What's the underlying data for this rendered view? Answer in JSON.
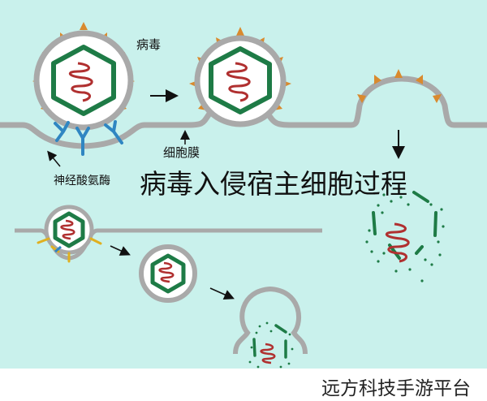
{
  "labels": {
    "virus": "病毒",
    "membrane": "细胞膜",
    "neuraminidase": "神经酸氨酶",
    "title": "病毒入侵宿主细胞过程",
    "watermark": "远方科技手游平台"
  },
  "colors": {
    "background": "#c9f1ec",
    "membrane": "#a9a9a9",
    "capsid": "#1e7b46",
    "rna": "#b03030",
    "spike": "#d98a2e",
    "receptor": "#2f86c2",
    "receptor_small": "#e0b020",
    "envelope_fill": "#ffffff"
  },
  "icons": [
    "arrow-right-icon",
    "arrow-down-icon",
    "arrow-up-icon"
  ]
}
